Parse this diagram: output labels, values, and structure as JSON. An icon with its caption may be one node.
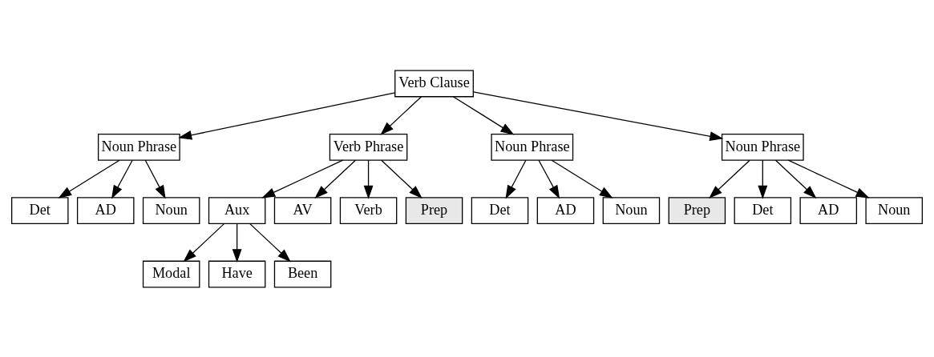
{
  "diagram": {
    "nodes": [
      {
        "text": [
          "Verb Clause"
        ]
      },
      {
        "text": [
          "Noun Phrase"
        ]
      },
      {
        "text": [
          "Verb Phrase"
        ]
      },
      {
        "text": [
          "Noun Phrase"
        ]
      },
      {
        "text": [
          "Noun Phrase"
        ]
      },
      {
        "text": [
          "Det"
        ]
      },
      {
        "text": [
          "AD"
        ]
      },
      {
        "text": [
          "Noun"
        ]
      },
      {
        "text": [
          "Aux"
        ]
      },
      {
        "text": [
          "AV"
        ]
      },
      {
        "text": [
          "Verb"
        ]
      },
      {
        "text": [
          "Prep"
        ]
      },
      {
        "text": [
          "Det"
        ]
      },
      {
        "text": [
          "AD"
        ]
      },
      {
        "text": [
          "Noun"
        ]
      },
      {
        "text": [
          "Prep"
        ]
      },
      {
        "text": [
          "Det"
        ]
      },
      {
        "text": [
          "AD"
        ]
      },
      {
        "text": [
          "Noun"
        ]
      },
      {
        "text": [
          "Modal"
        ]
      },
      {
        "text": [
          "Have"
        ]
      },
      {
        "text": [
          "Been"
        ]
      }
    ],
    "edges": [
      {
        "from": 0,
        "to": 1,
        "arrow": "to"
      },
      {
        "from": 0,
        "to": 2,
        "arrow": "to"
      },
      {
        "from": 0,
        "to": 3,
        "arrow": "to"
      },
      {
        "from": 0,
        "to": 4,
        "arrow": "to"
      },
      {
        "from": 1,
        "to": 5,
        "arrow": "to"
      },
      {
        "from": 1,
        "to": 6,
        "arrow": "to"
      },
      {
        "from": 1,
        "to": 7,
        "arrow": "to"
      },
      {
        "from": 2,
        "to": 8,
        "arrow": "to"
      },
      {
        "from": 2,
        "to": 9,
        "arrow": "to"
      },
      {
        "from": 2,
        "to": 10,
        "arrow": "to"
      },
      {
        "from": 2,
        "to": 11,
        "arrow": "to"
      },
      {
        "from": 3,
        "to": 12,
        "arrow": "to"
      },
      {
        "from": 3,
        "to": 13,
        "arrow": "to"
      },
      {
        "from": 3,
        "to": 14,
        "arrow": "to"
      },
      {
        "from": 4,
        "to": 15,
        "arrow": "to"
      },
      {
        "from": 4,
        "to": 16,
        "arrow": "to"
      },
      {
        "from": 4,
        "to": 17,
        "arrow": "to"
      },
      {
        "from": 4,
        "to": 18,
        "arrow": "to"
      },
      {
        "from": 8,
        "to": 19,
        "arrow": "to"
      },
      {
        "from": 8,
        "to": 20,
        "arrow": "to"
      },
      {
        "from": 8,
        "to": 21,
        "arrow": "to"
      }
    ]
  }
}
